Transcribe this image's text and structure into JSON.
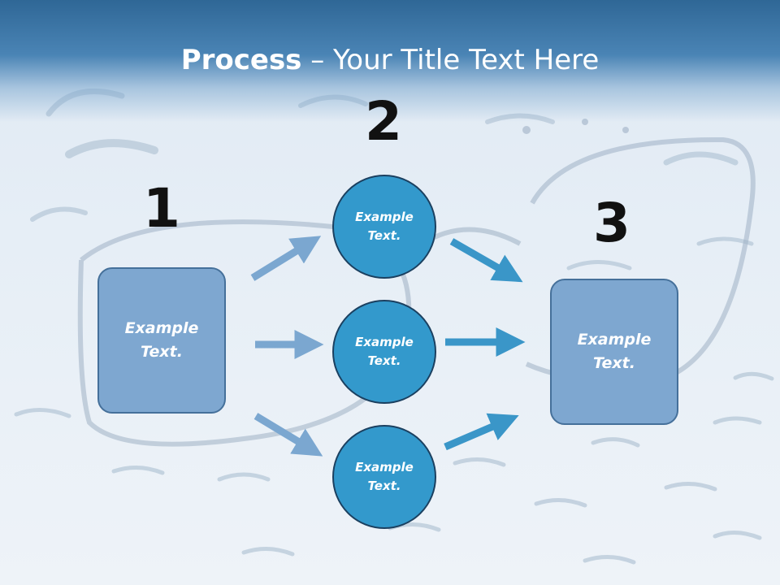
{
  "title": {
    "bold": "Process",
    "rest": " – Your Title Text Here"
  },
  "steps": {
    "one": {
      "number": "1",
      "line1": "Example",
      "line2": "Text."
    },
    "two": {
      "number": "2",
      "circles": [
        {
          "line1": "Example",
          "line2": "Text."
        },
        {
          "line1": "Example",
          "line2": "Text."
        },
        {
          "line1": "Example",
          "line2": "Text."
        }
      ]
    },
    "three": {
      "number": "3",
      "line1": "Example",
      "line2": "Text."
    }
  },
  "colors": {
    "box_fill": "#7ea7d0",
    "circle_fill": "#3399cc",
    "arrow_left": "#7ba7d0",
    "arrow_right": "#3a96c8",
    "title_band": "#3a74a6"
  }
}
